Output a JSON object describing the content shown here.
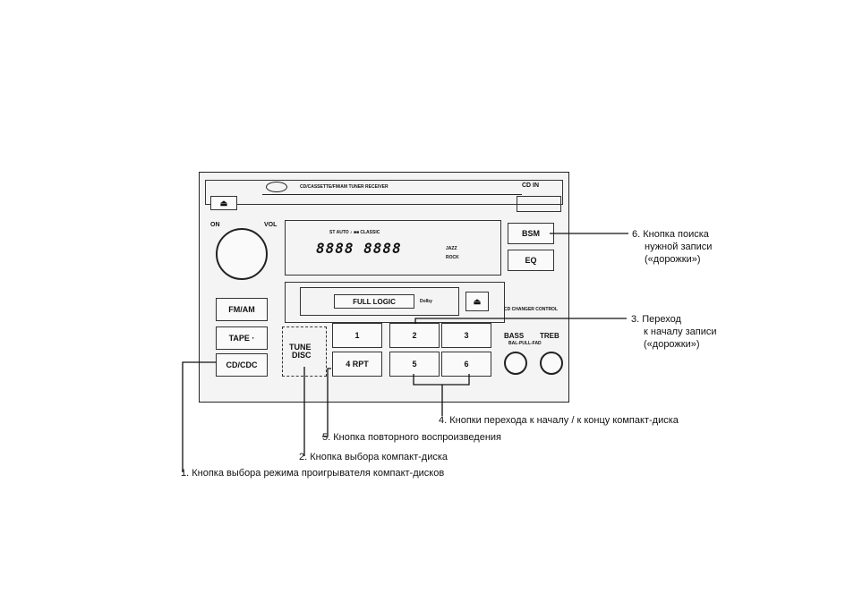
{
  "radio": {
    "model_text": "CD/CASSETTE/FM/AM TUNER RECEIVER",
    "cd_in": "CD IN",
    "on": "ON",
    "vol": "VOL",
    "display": {
      "indicators": "ST  AUTO  ♪  ■■  CLASSIC",
      "digits": "8888 8888",
      "jazz": "JAZZ",
      "rock": "ROCK"
    },
    "buttons": {
      "bsm": "BSM",
      "eq": "EQ",
      "full_logic": "FULL LOGIC",
      "dolby": "Dolby",
      "fmam": "FM/AM",
      "tape": "TAPE ·",
      "cdcdc": "CD/CDC",
      "tune": "TUNE",
      "disc": "DISC",
      "p1": "1",
      "p2": "2",
      "p3": "3",
      "p4": "4 RPT",
      "p5": "5",
      "p6": "6",
      "bass": "BASS",
      "treb": "TREB",
      "bal_pull_fad": "BAL-PULL-FAD",
      "cd_changer": "CD CHANGER CONTROL"
    }
  },
  "callouts": {
    "c6_line1": "6. Кнопка поиска",
    "c6_line2": "нужной записи",
    "c6_line3": "(«дорожки»)",
    "c3_line1": "3. Переход",
    "c3_line2": "к началу записи",
    "c3_line3": "(«дорожки»)",
    "c4": "4. Кнопки перехода к началу / к концу компакт-диска",
    "c5": "5. Кнопка повторного воспроизведения",
    "c2": "2. Кнопка выбора компакт-диска",
    "c1": "1. Кнопка выбора режима проигрывателя компакт-дисков"
  }
}
